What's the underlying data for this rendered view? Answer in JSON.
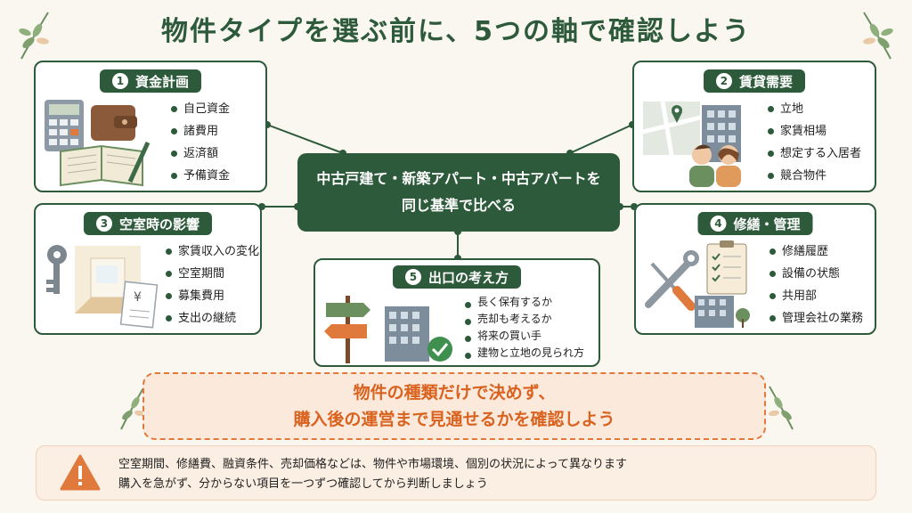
{
  "title": "物件タイプを選ぶ前に、5つの軸で確認しよう",
  "center": {
    "line1": "中古戸建て・新築アパート・中古アパートを",
    "line2": "同じ基準で比べる"
  },
  "sections": [
    {
      "num": "1",
      "title": "資金計画",
      "items": [
        "自己資金",
        "諸費用",
        "返済額",
        "予備資金"
      ]
    },
    {
      "num": "2",
      "title": "賃貸需要",
      "items": [
        "立地",
        "家賃相場",
        "想定する入居者",
        "競合物件"
      ]
    },
    {
      "num": "3",
      "title": "空室時の影響",
      "items": [
        "家賃収入の変化",
        "空室期間",
        "募集費用",
        "支出の継続"
      ]
    },
    {
      "num": "4",
      "title": "修繕・管理",
      "items": [
        "修繕履歴",
        "設備の状態",
        "共用部",
        "管理会社の業務"
      ]
    },
    {
      "num": "5",
      "title": "出口の考え方",
      "items": [
        "長く保有するか",
        "売却も考えるか",
        "将来の買い手",
        "建物と立地の見られ方"
      ]
    }
  ],
  "message": {
    "line1": "物件の種類だけで決めず、",
    "line2": "購入後の運営まで見通せるかを確認しよう"
  },
  "note": {
    "line1": "空室期間、修繕費、融資条件、売却価格などは、物件や市場環境、個別の状況によって異なります",
    "line2": "購入を急がず、分からない項目を一つずつ確認してから判断しましょう"
  },
  "icons": {
    "s1": [
      "calculator-icon",
      "wallet-icon",
      "notebook-icon",
      "pen-icon"
    ],
    "s2": [
      "map-pin-icon",
      "building-icon",
      "people-icon"
    ],
    "s3": [
      "key-icon",
      "empty-room-icon",
      "yen-document-icon"
    ],
    "s4": [
      "wrench-icon",
      "screwdriver-icon",
      "checklist-icon",
      "building-icon"
    ],
    "s5": [
      "signpost-icon",
      "building-icon",
      "check-icon"
    ],
    "note": "warning-icon",
    "decor": "leaf-sprig-icon"
  },
  "colors": {
    "primary": "#2d5a3a",
    "accent": "#e07a3c",
    "background": "#faf7f1"
  }
}
